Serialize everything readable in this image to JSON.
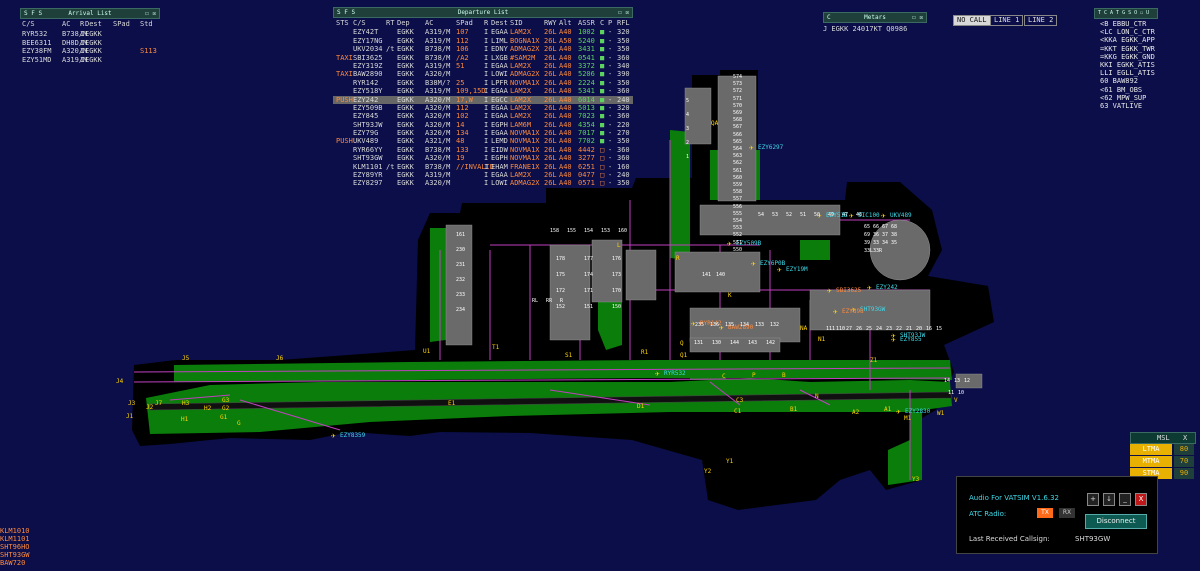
{
  "arrival_list": {
    "title": "Arrival List",
    "controls": "☐ ☒",
    "left_icons": "S F S",
    "headers": {
      "cs": "C/S",
      "ac": "AC",
      "r": "R",
      "dest": "Dest",
      "spad": "SPad",
      "std": "Std"
    },
    "rows": [
      {
        "cs": "RYR532",
        "ac": "B738/M",
        "r": "I",
        "dest": "EGKK",
        "spad": "",
        "std": ""
      },
      {
        "cs": "BEE6311",
        "ac": "DH8D/M",
        "r": "I",
        "dest": "EGKK",
        "spad": "",
        "std": ""
      },
      {
        "cs": "EZY38FM",
        "ac": "A320/M",
        "r": "I",
        "dest": "EGKK",
        "spad": "",
        "std": "S113"
      },
      {
        "cs": "EZY51MD",
        "ac": "A319/M",
        "r": "I",
        "dest": "EGKK",
        "spad": "",
        "std": ""
      }
    ]
  },
  "departure_list": {
    "title": "Departure List",
    "controls": "☐ ☒",
    "left_icons": "S F S",
    "headers": {
      "sts": "STS",
      "cs": "C/S",
      "rt": "RT",
      "dep": "Dep",
      "ac": "AC",
      "spad": "SPad",
      "r": "R",
      "dest": "Dest",
      "sid": "SID",
      "rwy": "RWY",
      "alt": "Alt",
      "assr": "ASSR",
      "c": "C",
      "p": "P",
      "rfl": "RFL"
    },
    "rows": [
      {
        "sts": "",
        "cs": "EZY42T",
        "rt": "",
        "dep": "EGKK",
        "ac": "A319/M",
        "spad": "107",
        "r": "I",
        "dest": "EGAA",
        "sid": "LAM2X",
        "rwy": "26L",
        "alt": "A40",
        "assr": "1002",
        "c": "■",
        "p": "-",
        "rfl": "320",
        "sts_c": "",
        "cs_c": "white",
        "spad_c": "orange",
        "sid_c": "orange",
        "assr_c": "green"
      },
      {
        "sts": "",
        "cs": "EZY17NG",
        "rt": "",
        "dep": "EGKK",
        "ac": "A319/M",
        "spad": "112",
        "r": "I",
        "dest": "LIML",
        "sid": "BOGNA1X",
        "rwy": "26L",
        "alt": "A50",
        "assr": "5240",
        "c": "■",
        "p": "-",
        "rfl": "350",
        "sts_c": "",
        "cs_c": "white",
        "spad_c": "orange",
        "sid_c": "orange",
        "assr_c": "green"
      },
      {
        "sts": "",
        "cs": "UKV2034",
        "rt": "/t",
        "dep": "EGKK",
        "ac": "B738/M",
        "spad": "106",
        "r": "I",
        "dest": "EDNY",
        "sid": "ADMAG2X",
        "rwy": "26L",
        "alt": "A40",
        "assr": "3431",
        "c": "■",
        "p": "-",
        "rfl": "350",
        "sts_c": "",
        "cs_c": "white",
        "spad_c": "orange",
        "sid_c": "orange",
        "assr_c": "green"
      },
      {
        "sts": "TAXI",
        "cs": "SBI3625",
        "rt": "",
        "dep": "EGKK",
        "ac": "B738/M",
        "spad": "/A2",
        "r": "I",
        "dest": "LXGB",
        "sid": "#SAM2M",
        "rwy": "26L",
        "alt": "A40",
        "assr": "0541",
        "c": "■",
        "p": "-",
        "rfl": "360",
        "sts_c": "orange",
        "cs_c": "white",
        "spad_c": "orange",
        "sid_c": "orange",
        "assr_c": "green"
      },
      {
        "sts": "",
        "cs": "EZY319Z",
        "rt": "",
        "dep": "EGKK",
        "ac": "A319/M",
        "spad": "51",
        "r": "I",
        "dest": "EGAA",
        "sid": "LAM2X",
        "rwy": "26L",
        "alt": "A40",
        "assr": "3372",
        "c": "■",
        "p": "-",
        "rfl": "340",
        "sts_c": "",
        "cs_c": "white",
        "spad_c": "orange",
        "sid_c": "orange",
        "assr_c": "green"
      },
      {
        "sts": "TAXI",
        "cs": "BAW2890",
        "rt": "",
        "dep": "EGKK",
        "ac": "A320/M",
        "spad": "",
        "r": "I",
        "dest": "LOWI",
        "sid": "ADMAG2X",
        "rwy": "26L",
        "alt": "A40",
        "assr": "5206",
        "c": "■",
        "p": "-",
        "rfl": "390",
        "sts_c": "orange",
        "cs_c": "white",
        "spad_c": "orange",
        "sid_c": "orange",
        "assr_c": "green"
      },
      {
        "sts": "",
        "cs": "RYR142",
        "rt": "",
        "dep": "EGKK",
        "ac": "B38M/?",
        "spad": "25",
        "r": "I",
        "dest": "LPFR",
        "sid": "NOVMA1X",
        "rwy": "26L",
        "alt": "A40",
        "assr": "2224",
        "c": "■",
        "p": "-",
        "rfl": "350",
        "sts_c": "",
        "cs_c": "white",
        "spad_c": "orange",
        "sid_c": "orange",
        "assr_c": "green"
      },
      {
        "sts": "",
        "cs": "EZY518Y",
        "rt": "",
        "dep": "EGKK",
        "ac": "A319/M",
        "spad": "109,15D",
        "r": "I",
        "dest": "EGAA",
        "sid": "LAM2X",
        "rwy": "26L",
        "alt": "A40",
        "assr": "5341",
        "c": "■",
        "p": "-",
        "rfl": "360",
        "sts_c": "",
        "cs_c": "white",
        "spad_c": "orange",
        "sid_c": "orange",
        "assr_c": "green"
      },
      {
        "sts": "PUSH",
        "cs": "EZY242",
        "rt": "",
        "dep": "EGKK",
        "ac": "A320/M",
        "spad": "17,W",
        "r": "I",
        "dest": "EGCC",
        "sid": "LAM2X",
        "rwy": "26L",
        "alt": "A40",
        "assr": "6014",
        "c": "■",
        "p": "-",
        "rfl": "240",
        "sts_c": "orange",
        "cs_c": "white",
        "spad_c": "orange",
        "sid_c": "orange",
        "assr_c": "green",
        "selected": true
      },
      {
        "sts": "",
        "cs": "EZY509B",
        "rt": "",
        "dep": "EGKK",
        "ac": "A320/M",
        "spad": "112",
        "r": "I",
        "dest": "EGAA",
        "sid": "LAM2X",
        "rwy": "26L",
        "alt": "A40",
        "assr": "5013",
        "c": "■",
        "p": "-",
        "rfl": "320",
        "sts_c": "",
        "cs_c": "white",
        "spad_c": "orange",
        "sid_c": "orange",
        "assr_c": "green"
      },
      {
        "sts": "",
        "cs": "EZY845",
        "rt": "",
        "dep": "EGKK",
        "ac": "A320/M",
        "spad": "102",
        "r": "I",
        "dest": "EGAA",
        "sid": "LAM2X",
        "rwy": "26L",
        "alt": "A40",
        "assr": "7023",
        "c": "■",
        "p": "-",
        "rfl": "360",
        "sts_c": "",
        "cs_c": "white",
        "spad_c": "orange",
        "sid_c": "orange",
        "assr_c": "green"
      },
      {
        "sts": "",
        "cs": "SHT93JW",
        "rt": "",
        "dep": "EGKK",
        "ac": "A320/M",
        "spad": "14",
        "r": "I",
        "dest": "EGPH",
        "sid": "LAM6M",
        "rwy": "26L",
        "alt": "A40",
        "assr": "4354",
        "c": "■",
        "p": "-",
        "rfl": "220",
        "sts_c": "",
        "cs_c": "white",
        "spad_c": "orange",
        "sid_c": "orange",
        "assr_c": "green"
      },
      {
        "sts": "",
        "cs": "EZY79G",
        "rt": "",
        "dep": "EGKK",
        "ac": "A320/M",
        "spad": "134",
        "r": "I",
        "dest": "EGAA",
        "sid": "NOVMA1X",
        "rwy": "26L",
        "alt": "A40",
        "assr": "7017",
        "c": "■",
        "p": "-",
        "rfl": "270",
        "sts_c": "",
        "cs_c": "white",
        "spad_c": "orange",
        "sid_c": "orange",
        "assr_c": "green"
      },
      {
        "sts": "PUSH",
        "cs": "UKV489",
        "rt": "",
        "dep": "EGKK",
        "ac": "A321/M",
        "spad": "48",
        "r": "I",
        "dest": "LEMD",
        "sid": "NOVMA1X",
        "rwy": "26L",
        "alt": "A40",
        "assr": "7702",
        "c": "■",
        "p": "-",
        "rfl": "350",
        "sts_c": "orange",
        "cs_c": "white",
        "spad_c": "orange",
        "sid_c": "orange",
        "assr_c": "green"
      },
      {
        "sts": "",
        "cs": "RYR66YY",
        "rt": "",
        "dep": "EGKK",
        "ac": "B738/M",
        "spad": "133",
        "r": "I",
        "dest": "EIDW",
        "sid": "NOVMA1X",
        "rwy": "26L",
        "alt": "A40",
        "assr": "4442",
        "c": "□",
        "p": "-",
        "rfl": "360",
        "sts_c": "",
        "cs_c": "white",
        "spad_c": "orange",
        "sid_c": "orange",
        "assr_c": "orange"
      },
      {
        "sts": "",
        "cs": "SHT93GW",
        "rt": "",
        "dep": "EGKK",
        "ac": "A320/M",
        "spad": "19",
        "r": "I",
        "dest": "EGPH",
        "sid": "NOVMA1X",
        "rwy": "26L",
        "alt": "A40",
        "assr": "3277",
        "c": "□",
        "p": "-",
        "rfl": "360",
        "sts_c": "",
        "cs_c": "white",
        "spad_c": "orange",
        "sid_c": "orange",
        "assr_c": "orange"
      },
      {
        "sts": "",
        "cs": "KLM1101",
        "rt": "/t",
        "dep": "EGKK",
        "ac": "B738/M",
        "spad": "//INVALID",
        "r": "I",
        "dest": "EHAM",
        "sid": "FRANE1X",
        "rwy": "26L",
        "alt": "A40",
        "assr": "6251",
        "c": "□",
        "p": "-",
        "rfl": "160",
        "sts_c": "",
        "cs_c": "white",
        "spad_c": "orange",
        "sid_c": "orange",
        "assr_c": "orange"
      },
      {
        "sts": "",
        "cs": "EZY89YR",
        "rt": "",
        "dep": "EGKK",
        "ac": "A319/M",
        "spad": "",
        "r": "I",
        "dest": "EGAA",
        "sid": "LAM2X",
        "rwy": "26L",
        "alt": "A40",
        "assr": "0477",
        "c": "□",
        "p": "-",
        "rfl": "240",
        "sts_c": "",
        "cs_c": "white",
        "spad_c": "orange",
        "sid_c": "orange",
        "assr_c": "orange"
      },
      {
        "sts": "",
        "cs": "EZY8297",
        "rt": "",
        "dep": "EGKK",
        "ac": "A320/M",
        "spad": "",
        "r": "I",
        "dest": "LOWI",
        "sid": "ADMAG2X",
        "rwy": "26L",
        "alt": "A40",
        "assr": "0571",
        "c": "□",
        "p": "-",
        "rfl": "350",
        "sts_c": "",
        "cs_c": "white",
        "spad_c": "orange",
        "sid_c": "orange",
        "assr_c": "orange"
      }
    ]
  },
  "metars": {
    "title": "Metars",
    "controls": "☐ ☒",
    "left_icon": "C",
    "text": "J EGKK 24017KT Q0986"
  },
  "line_tabs": [
    "NO CALL",
    "LINE 1",
    "LINE 2"
  ],
  "atc_list": {
    "title_icons": "T C A T G S O ☐ U",
    "items": [
      "<B EBBU_CTR",
      "<LC LON_C_CTR",
      "<KKA EGKK_APP",
      "=KKT EGKK_TWR",
      "=KKG EGKK_GND",
      "KKI EGKK_ATIS",
      "LLI EGLL_ATIS",
      "60 BAW892",
      "<61 BM_OBS",
      "<62 MPW_SUP",
      "63 VATLIVE"
    ]
  },
  "bottom_left_tags": [
    "KLM1010",
    "KLM1101",
    "SHT96HO",
    "SHT93GW",
    "BAW720"
  ],
  "msl_panel": {
    "header": "MSL",
    "close": "X",
    "rows": [
      {
        "name": "LTMA",
        "value": "80"
      },
      {
        "name": "MTMA",
        "value": "70"
      },
      {
        "name": "STMA",
        "value": "90"
      }
    ]
  },
  "audio": {
    "title": "Audio For VATSIM V1.6.32",
    "atc_radio_label": "ATC Radio:",
    "tx": "TX",
    "rx": "RX",
    "disconnect": "Disconnect",
    "last_label": "Last Received Callsign:",
    "last_value": "SHT93GW",
    "btn_plus": "+",
    "btn_down": "↓",
    "btn_min": "_",
    "btn_close": "X"
  },
  "map": {
    "aircraft_labels": [
      {
        "text": "EZY6297",
        "color": "#3fd9e8"
      },
      {
        "text": "UKV489",
        "color": "#3fd9e8"
      },
      {
        "text": "SIC100",
        "color": "#3fd9e8"
      },
      {
        "text": "EZY51B",
        "color": "#3fd9e8"
      },
      {
        "text": "EZY509B",
        "color": "#3fd9e8"
      },
      {
        "text": "EZY6P0B",
        "color": "#3fd9e8"
      },
      {
        "text": "EZY19M",
        "color": "#3fd9e8"
      },
      {
        "text": "EZY242",
        "color": "#3fd9e8"
      },
      {
        "text": "SBI3625",
        "color": "#ff8a3c"
      },
      {
        "text": "SHT93GW",
        "color": "#3fd9e8"
      },
      {
        "text": "EZY855",
        "color": "#3fd9e8"
      },
      {
        "text": "RYR532",
        "color": "#3fd9e8"
      },
      {
        "text": "EZY8359",
        "color": "#3fd9e8"
      },
      {
        "text": "EZY2830",
        "color": "#3fd9e8"
      },
      {
        "text": "RYR142",
        "color": "#ff8a3c"
      },
      {
        "text": "BAW2890",
        "color": "#ff8a3c"
      },
      {
        "text": "EZY898",
        "color": "#ff8a3c"
      },
      {
        "text": "SHT93JW",
        "color": "#3fd9e8"
      }
    ],
    "taxiway_labels": [
      "J4",
      "J5",
      "J6",
      "J3",
      "J2",
      "J1",
      "J7",
      "H3",
      "H2",
      "H1",
      "G3",
      "G2",
      "G1",
      "G",
      "E1",
      "D1",
      "C3",
      "C1",
      "C",
      "B1",
      "B",
      "A2",
      "A1",
      "M1",
      "W1",
      "V",
      "Y1",
      "Y2",
      "Y3",
      "U1",
      "T1",
      "S1",
      "R1",
      "Q1",
      "Q",
      "P",
      "N",
      "N1",
      "Z1",
      "K",
      "L",
      "R",
      "QA",
      "NA"
    ],
    "stand_labels": [
      "574",
      "573",
      "572",
      "571",
      "570",
      "569",
      "568",
      "567",
      "566",
      "565",
      "564",
      "563",
      "562",
      "561",
      "560",
      "559",
      "558",
      "557",
      "556",
      "555",
      "554",
      "553",
      "552",
      "551",
      "550",
      "54",
      "53",
      "52",
      "51",
      "50",
      "49",
      "47",
      "48",
      "158",
      "155",
      "154",
      "153",
      "160",
      "178",
      "177",
      "176",
      "175",
      "174",
      "173",
      "172",
      "171",
      "170",
      "152",
      "151",
      "150",
      "161",
      "230",
      "231",
      "232",
      "233",
      "234",
      "235",
      "136",
      "135",
      "134",
      "133",
      "132",
      "131",
      "130",
      "144",
      "143",
      "142",
      "141",
      "140",
      "111",
      "110",
      "27",
      "26",
      "25",
      "24",
      "23",
      "22",
      "21",
      "20",
      "16",
      "15",
      "14",
      "13",
      "12",
      "11",
      "10",
      "5",
      "4",
      "3",
      "2",
      "1",
      "65",
      "66",
      "67",
      "68",
      "69",
      "36",
      "37",
      "38",
      "39",
      "33",
      "34",
      "35",
      "33L",
      "33R",
      "RL",
      "RR",
      "R"
    ]
  }
}
